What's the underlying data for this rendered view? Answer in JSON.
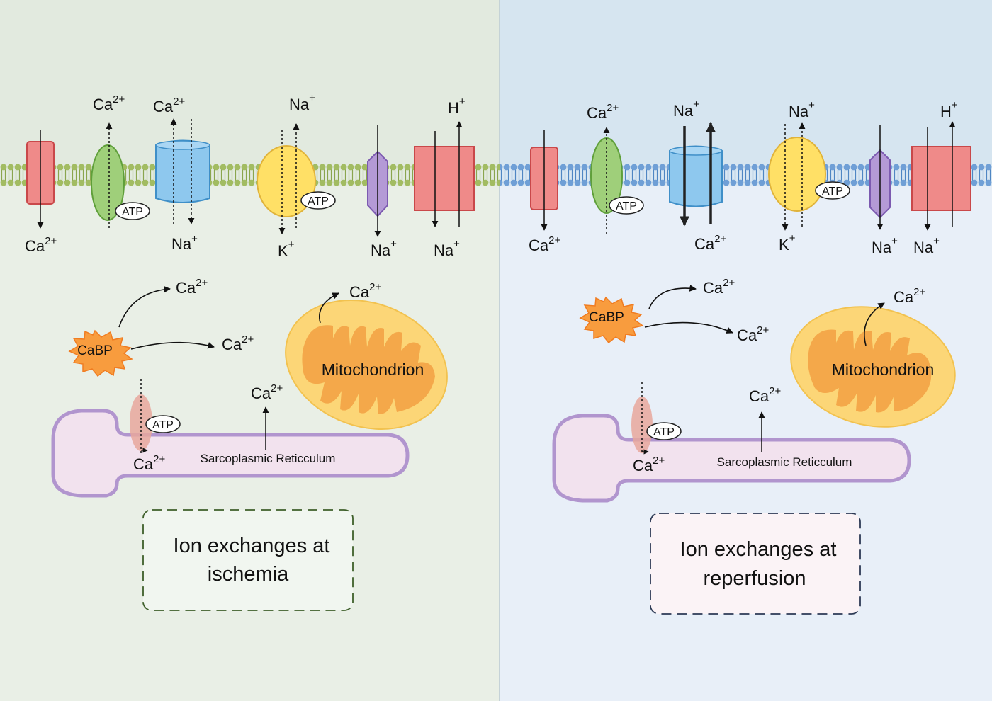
{
  "ischemia": {
    "caption_line1": "Ion exchanges at",
    "caption_line2": "ischemia",
    "mitochondrion_label": "Mitochondrion",
    "reticulum_label": "Sarcoplasmic Reticculum",
    "cabp_label": "CaBP",
    "atp_label": "ATP",
    "ions": {
      "ch1_bottom": "Ca",
      "ch1_bottom_charge": "2+",
      "ch2_top": "Ca",
      "ch2_top_charge": "2+",
      "ch3_top": "Ca",
      "ch3_top_charge": "2+",
      "ch3_bottom": "Na",
      "ch3_bottom_charge": "+",
      "ch4_top": "Na",
      "ch4_top_charge": "+",
      "ch4_bottom": "K",
      "ch4_bottom_charge": "+",
      "ch5_bottom": "Na",
      "ch5_bottom_charge": "+",
      "ch6_top": "H",
      "ch6_top_charge": "+",
      "ch6_bottom": "Na",
      "ch6_bottom_charge": "+",
      "cabp_ion1": "Ca",
      "cabp_ion1_charge": "2+",
      "cabp_ion2": "Ca",
      "cabp_ion2_charge": "2+",
      "mito_ion": "Ca",
      "mito_ion_charge": "2+",
      "sr_ion": "Ca",
      "sr_ion_charge": "2+",
      "sr_pump_ion": "Ca",
      "sr_pump_ion_charge": "2+"
    }
  },
  "reperfusion": {
    "caption_line1": "Ion exchanges at",
    "caption_line2": "reperfusion",
    "mitochondrion_label": "Mitochondrion",
    "reticulum_label": "Sarcoplasmic Reticculum",
    "cabp_label": "CaBP",
    "atp_label": "ATP",
    "ions": {
      "ch1_bottom": "Ca",
      "ch1_bottom_charge": "2+",
      "ch2_top": "Ca",
      "ch2_top_charge": "2+",
      "ch3_top": "Na",
      "ch3_top_charge": "+",
      "ch3_bottom": "Ca",
      "ch3_bottom_charge": "2+",
      "ch4_top": "Na",
      "ch4_top_charge": "+",
      "ch4_bottom": "K",
      "ch4_bottom_charge": "+",
      "ch5_bottom": "Na",
      "ch5_bottom_charge": "+",
      "ch6_top": "H",
      "ch6_top_charge": "+",
      "ch6_bottom": "Na",
      "ch6_bottom_charge": "+",
      "cabp_ion1": "Ca",
      "cabp_ion1_charge": "2+",
      "cabp_ion2": "Ca",
      "cabp_ion2_charge": "2+",
      "mito_ion": "Ca",
      "mito_ion_charge": "2+",
      "sr_ion": "Ca",
      "sr_ion_charge": "2+",
      "sr_pump_ion": "Ca",
      "sr_pump_ion_charge": "2+"
    }
  },
  "colors": {
    "ischemia_bg": "#e9efe6",
    "ischemia_extracellular": "#e2eadf",
    "reperfusion_bg": "#e8eff8",
    "reperfusion_extracellular": "#d6e5f0",
    "membrane_ischemia": "#a2bc62",
    "membrane_reperfusion": "#6f9fd6",
    "channel_red": "#ef8a89",
    "channel_green": "#9fcf7a",
    "channel_blue": "#8ec8ee",
    "channel_yellow": "#ffe066",
    "channel_purple": "#b49ad6",
    "mito_outer": "#fcd677",
    "mito_inner": "#f4a84a",
    "reticulum_fill": "#f2e2ee",
    "reticulum_stroke": "#b195ce",
    "cabp_fill": "#f89c3e"
  }
}
